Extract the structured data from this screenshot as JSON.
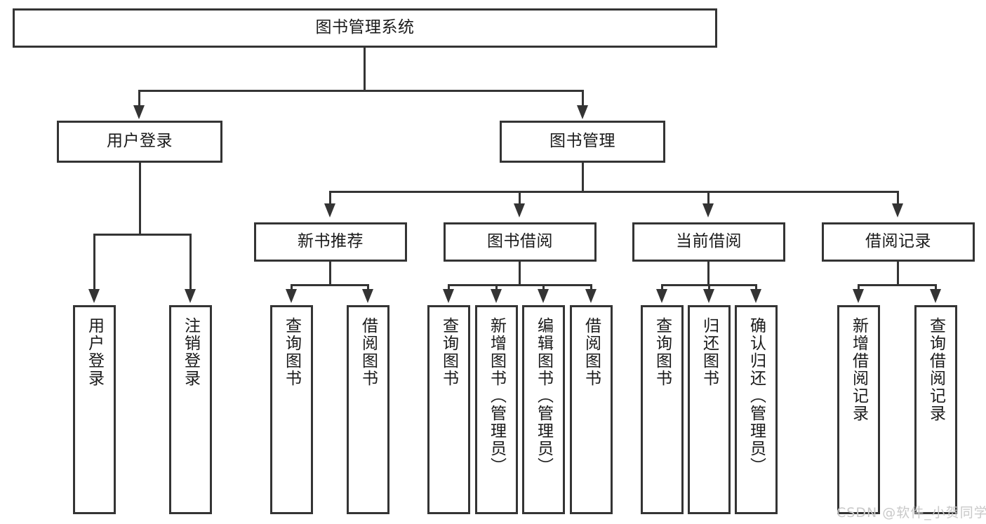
{
  "diagram": {
    "title": "图书管理系统",
    "type": "tree-hierarchy",
    "root": {
      "label": "图书管理系统"
    },
    "level2": [
      {
        "label": "用户登录"
      },
      {
        "label": "图书管理"
      }
    ],
    "level3": [
      {
        "label": "新书推荐"
      },
      {
        "label": "图书借阅"
      },
      {
        "label": "当前借阅"
      },
      {
        "label": "借阅记录"
      }
    ],
    "leaves": {
      "user_login": [
        {
          "label": "用户登录"
        },
        {
          "label": "注销登录"
        }
      ],
      "new_book_recommend": [
        {
          "label": "查询图书"
        },
        {
          "label": "借阅图书"
        }
      ],
      "book_borrow": [
        {
          "label": "查询图书"
        },
        {
          "label": "新增图书（管理员）"
        },
        {
          "label": "编辑图书（管理员）"
        },
        {
          "label": "借阅图书"
        }
      ],
      "current_borrow": [
        {
          "label": "查询图书"
        },
        {
          "label": "归还图书"
        },
        {
          "label": "确认归还（管理员）"
        }
      ],
      "borrow_record": [
        {
          "label": "新增借阅记录"
        },
        {
          "label": "查询借阅记录"
        }
      ]
    }
  },
  "watermark": {
    "text": "CSDN @软件_小贺同学"
  },
  "colors": {
    "stroke": "#343434",
    "background": "#ffffff",
    "text": "#1a1a1a",
    "watermark": "#c9c9c9"
  }
}
